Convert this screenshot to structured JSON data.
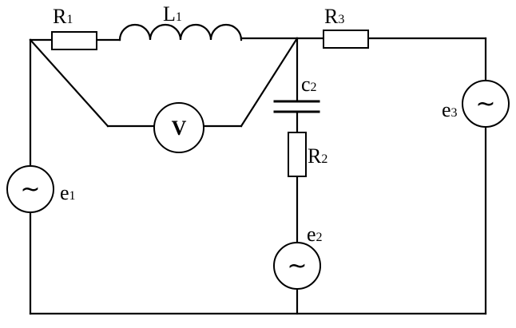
{
  "labels": {
    "r1": {
      "main": "R",
      "sub": "1"
    },
    "l1": {
      "main": "L",
      "sub": "1"
    },
    "r3": {
      "main": "R",
      "sub": "3"
    },
    "c2": {
      "main": "c",
      "sub": "2"
    },
    "r2": {
      "main": "R",
      "sub": "2"
    },
    "e1": {
      "main": "e",
      "sub": "1"
    },
    "e2": {
      "main": "e",
      "sub": "2"
    },
    "e3": {
      "main": "e",
      "sub": "3"
    }
  },
  "voltmeter": {
    "symbol": "V"
  },
  "source_symbol": "~"
}
